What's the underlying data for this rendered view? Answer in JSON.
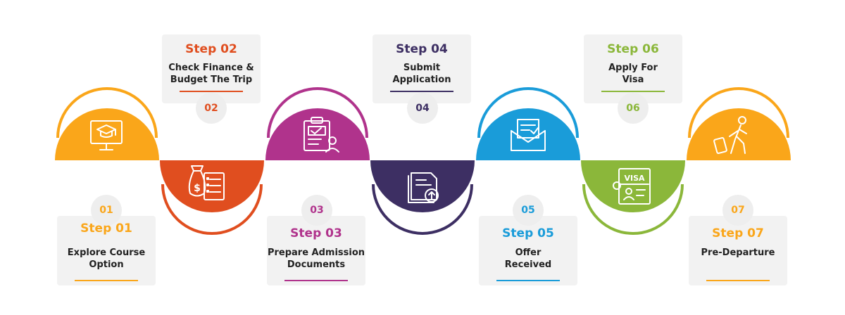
{
  "colors": {
    "step01": "#FAA61A",
    "step02": "#E04E1F",
    "step03": "#B0338C",
    "step04": "#3D2F63",
    "step05": "#1A9CD9",
    "step06": "#8BB73A",
    "step07": "#FAA61A"
  },
  "steps": [
    {
      "num": "01",
      "title": "Step 01",
      "desc": [
        "Explore Course",
        "Option"
      ],
      "icon": "monitor-graduation-cap-icon"
    },
    {
      "num": "02",
      "title": "Step 02",
      "desc": [
        "Check Finance &",
        "Budget The Trip"
      ],
      "icon": "money-bag-checklist-icon"
    },
    {
      "num": "03",
      "title": "Step 03",
      "desc": [
        "Prepare Admission",
        "Documents"
      ],
      "icon": "clipboard-user-icon"
    },
    {
      "num": "04",
      "title": "Step 04",
      "desc": [
        "Submit",
        "Application"
      ],
      "icon": "document-upload-icon"
    },
    {
      "num": "05",
      "title": "Step 05",
      "desc": [
        "Offer",
        "Received"
      ],
      "icon": "envelope-letter-icon"
    },
    {
      "num": "06",
      "title": "Step 06",
      "desc": [
        "Apply For",
        "Visa"
      ],
      "icon": "visa-document-icon"
    },
    {
      "num": "07",
      "title": "Step 07",
      "desc": [
        "Pre-Departure"
      ],
      "icon": "traveler-luggage-icon"
    }
  ]
}
